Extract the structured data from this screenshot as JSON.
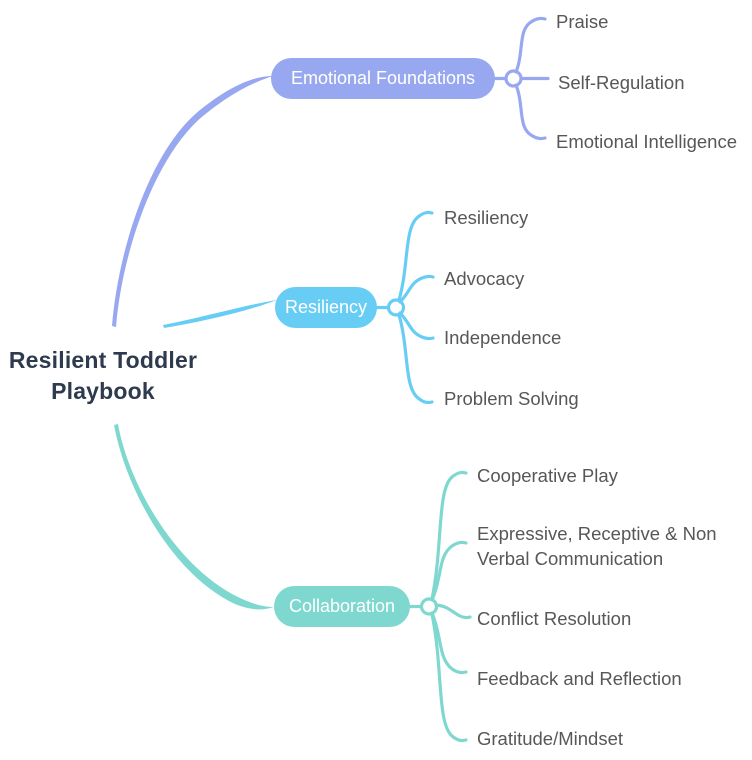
{
  "diagram": {
    "type": "mind-map",
    "root": {
      "title": "Resilient Toddler\nPlaybook",
      "color": "#2e3b4e"
    },
    "branches": [
      {
        "id": "emotional-foundations",
        "label": "Emotional Foundations",
        "color": "#98a8f0",
        "leaves": [
          {
            "label": "Praise"
          },
          {
            "label": "Self-Regulation"
          },
          {
            "label": "Emotional Intelligence"
          }
        ]
      },
      {
        "id": "resiliency",
        "label": "Resiliency",
        "color": "#68cdf5",
        "leaves": [
          {
            "label": "Resiliency"
          },
          {
            "label": "Advocacy"
          },
          {
            "label": "Independence"
          },
          {
            "label": "Problem Solving"
          }
        ]
      },
      {
        "id": "collaboration",
        "label": "Collaboration",
        "color": "#7fd8cf",
        "leaves": [
          {
            "label": "Cooperative Play"
          },
          {
            "label": "Expressive, Receptive & Non\nVerbal Communication"
          },
          {
            "label": "Conflict Resolution"
          },
          {
            "label": "Feedback and Reflection"
          },
          {
            "label": "Gratitude/Mindset"
          }
        ]
      }
    ],
    "leaf_text_color": "#575757",
    "background": "#ffffff"
  }
}
